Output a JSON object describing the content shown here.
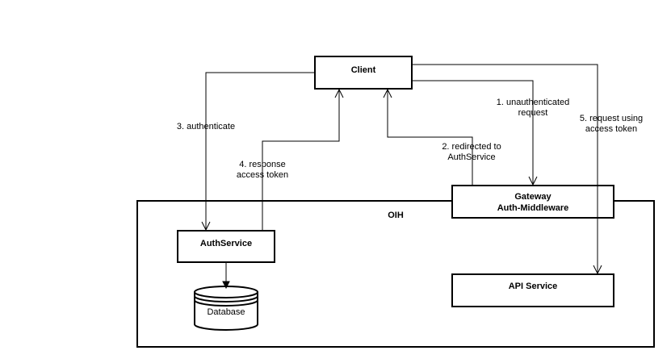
{
  "nodes": {
    "client": "Client",
    "oih": "OIH",
    "gateway": [
      "Gateway",
      "Auth-Middleware"
    ],
    "auth_service": "AuthService",
    "database": "Database",
    "api_service": "API Service"
  },
  "edges": {
    "unauthenticated_request": [
      "1. unauthenticated",
      "request"
    ],
    "redirected": [
      "2. redirected to",
      "AuthService"
    ],
    "authenticate": [
      "3. authenticate"
    ],
    "response": [
      "4. response",
      "access token"
    ],
    "request_token": [
      "5. request using",
      "access token"
    ]
  }
}
